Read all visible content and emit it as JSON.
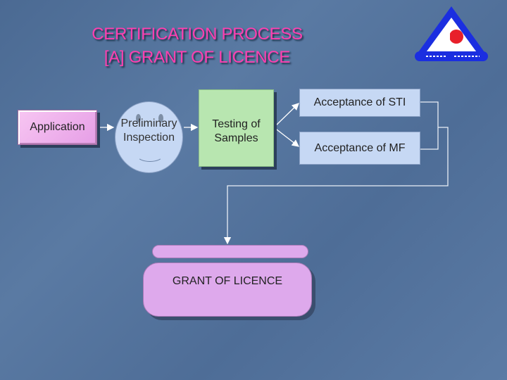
{
  "title": {
    "line1": "CERTIFICATION PROCESS",
    "line2": "[A] GRANT OF LICENCE"
  },
  "logo": {
    "icon": "bis-logo-icon",
    "colors": {
      "outline": "#1b2ee0",
      "fill": "#ffffff",
      "dot": "#e8202a"
    }
  },
  "steps": {
    "application": "Application",
    "inspection_line1": "Preliminary",
    "inspection_line2": "Inspection",
    "testing_line1": "Testing of",
    "testing_line2": "Samples",
    "sti": "Acceptance of STI",
    "mf": "Acceptance of MF",
    "grant": "GRANT OF LICENCE"
  },
  "colors": {
    "title": "#ff3fb0",
    "background": "#4e6d97",
    "application": "#f0b6ee",
    "inspection": "#c6d8f4",
    "testing": "#b8e6b0",
    "grant": "#dea9ec"
  }
}
